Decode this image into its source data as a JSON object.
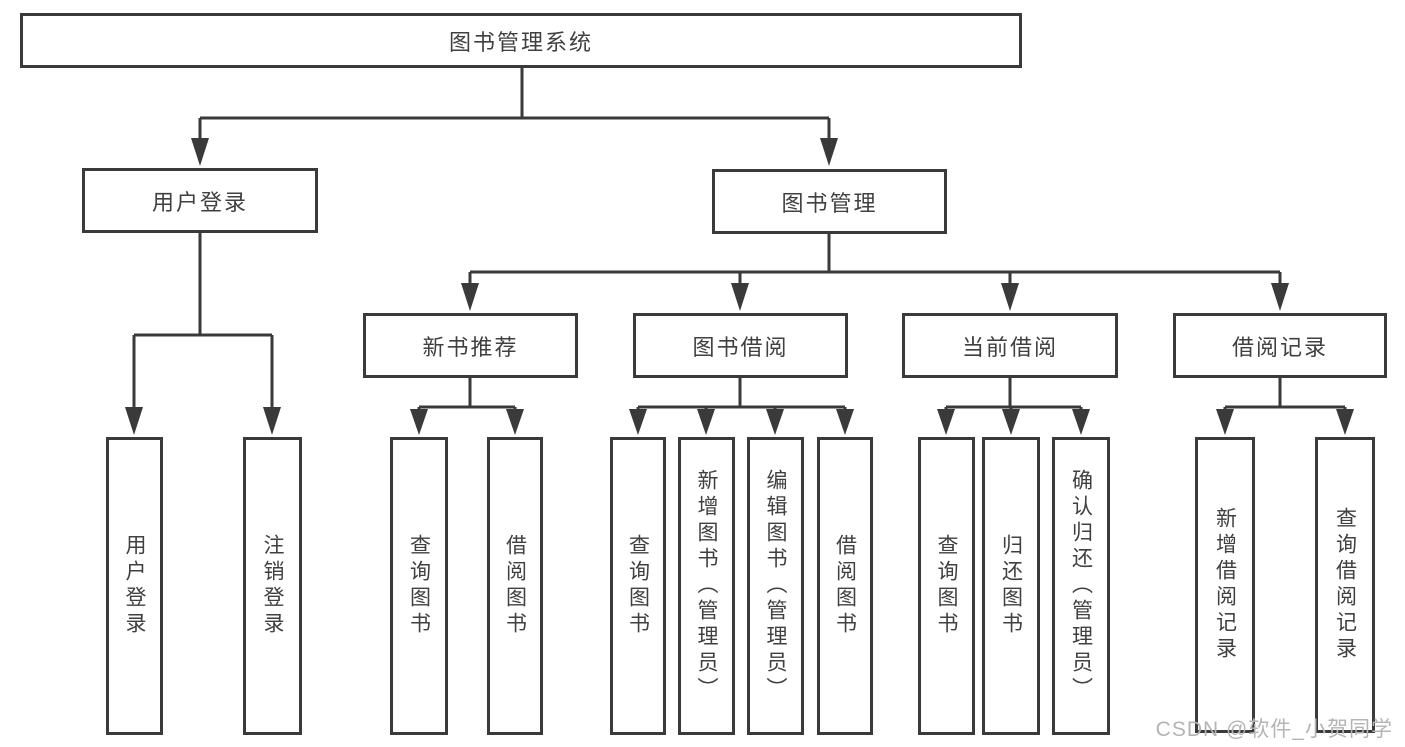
{
  "tree": {
    "root": {
      "label": "图书管理系统"
    },
    "branches": [
      {
        "label": "用户登录",
        "children": [
          {
            "label": "用户登录"
          },
          {
            "label": "注销登录"
          }
        ]
      },
      {
        "label": "图书管理",
        "children": [
          {
            "label": "新书推荐",
            "children": [
              {
                "label": "查询图书"
              },
              {
                "label": "借阅图书"
              }
            ]
          },
          {
            "label": "图书借阅",
            "children": [
              {
                "label": "查询图书"
              },
              {
                "label": "新增图书（管理员）"
              },
              {
                "label": "编辑图书（管理员）"
              },
              {
                "label": "借阅图书"
              }
            ]
          },
          {
            "label": "当前借阅",
            "children": [
              {
                "label": "查询图书"
              },
              {
                "label": "归还图书"
              },
              {
                "label": "确认归还（管理员）"
              }
            ]
          },
          {
            "label": "借阅记录",
            "children": [
              {
                "label": "新增借阅记录"
              },
              {
                "label": "查询借阅记录"
              }
            ]
          }
        ]
      }
    ]
  },
  "watermark": {
    "text": "CSDN @软件_小贺同学"
  },
  "colors": {
    "line": "#3a3a3a",
    "box_border": "#3a3a3a",
    "text": "#404040",
    "watermark": "#b4b4b4",
    "background": "#ffffff"
  }
}
